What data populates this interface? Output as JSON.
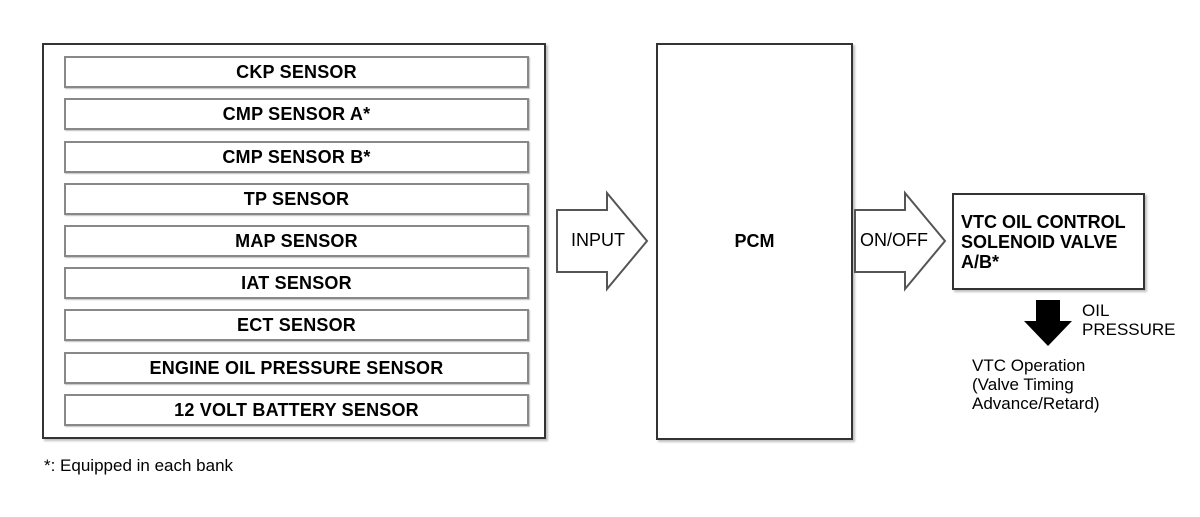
{
  "sensors": [
    "CKP SENSOR",
    "CMP SENSOR A*",
    "CMP SENSOR B*",
    "TP SENSOR",
    "MAP SENSOR",
    "IAT SENSOR",
    "ECT SENSOR",
    "ENGINE OIL PRESSURE SENSOR",
    "12 VOLT BATTERY SENSOR"
  ],
  "input_arrow": {
    "label": "INPUT"
  },
  "pcm": {
    "label": "PCM"
  },
  "output_arrow": {
    "label": "ON/OFF"
  },
  "vtc_valve": {
    "lines": [
      "VTC OIL CONTROL",
      "SOLENOID VALVE",
      "A/B*"
    ]
  },
  "oil_pressure": {
    "lines": [
      "OIL",
      "PRESSURE"
    ]
  },
  "vtc_operation": {
    "lines": [
      "VTC Operation",
      "(Valve Timing",
      "Advance/Retard)"
    ]
  },
  "footnote": "*: Equipped in each bank",
  "colors": {
    "outline": "#333333",
    "sensor_border": "#888888",
    "arrow_fill": "#000000"
  }
}
